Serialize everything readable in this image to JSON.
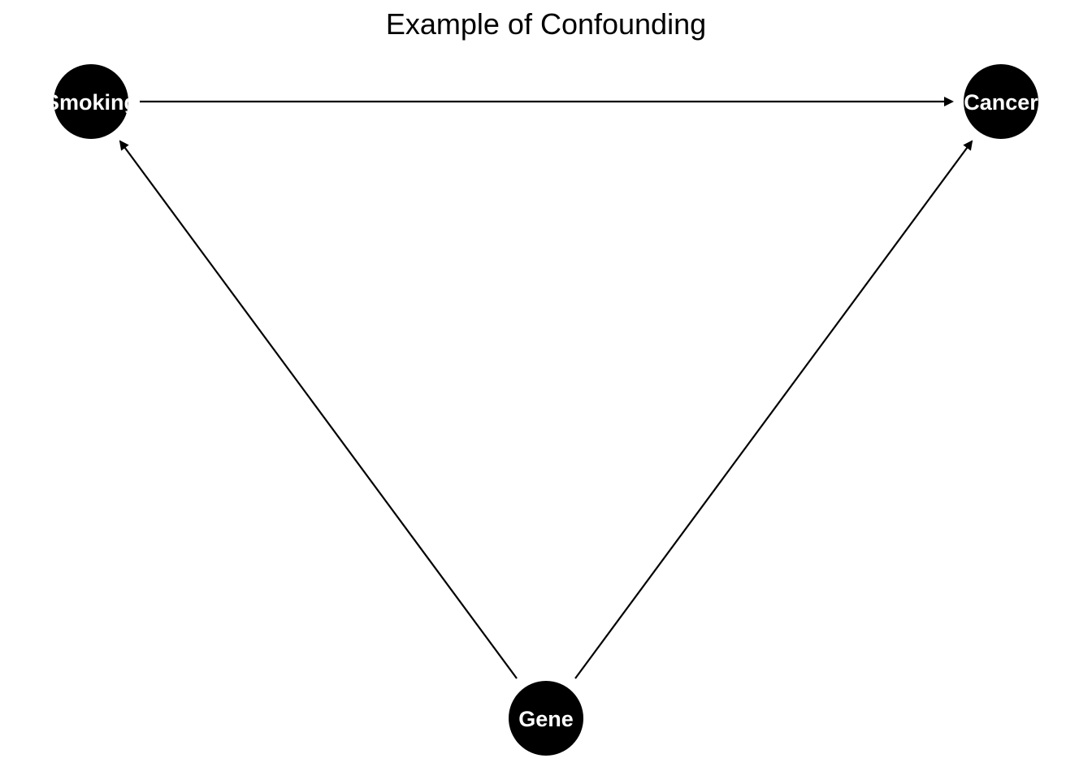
{
  "diagram": {
    "title": "Example of Confounding",
    "colors": {
      "node_fill": "#000000",
      "node_text": "#ffffff",
      "edge": "#000000",
      "background": "#ffffff"
    },
    "nodes": [
      {
        "id": "smoking",
        "label": "Smoking"
      },
      {
        "id": "cancer",
        "label": "Cancer"
      },
      {
        "id": "gene",
        "label": "Gene"
      }
    ],
    "edges": [
      {
        "from": "smoking",
        "to": "cancer"
      },
      {
        "from": "gene",
        "to": "smoking"
      },
      {
        "from": "gene",
        "to": "cancer"
      }
    ]
  }
}
